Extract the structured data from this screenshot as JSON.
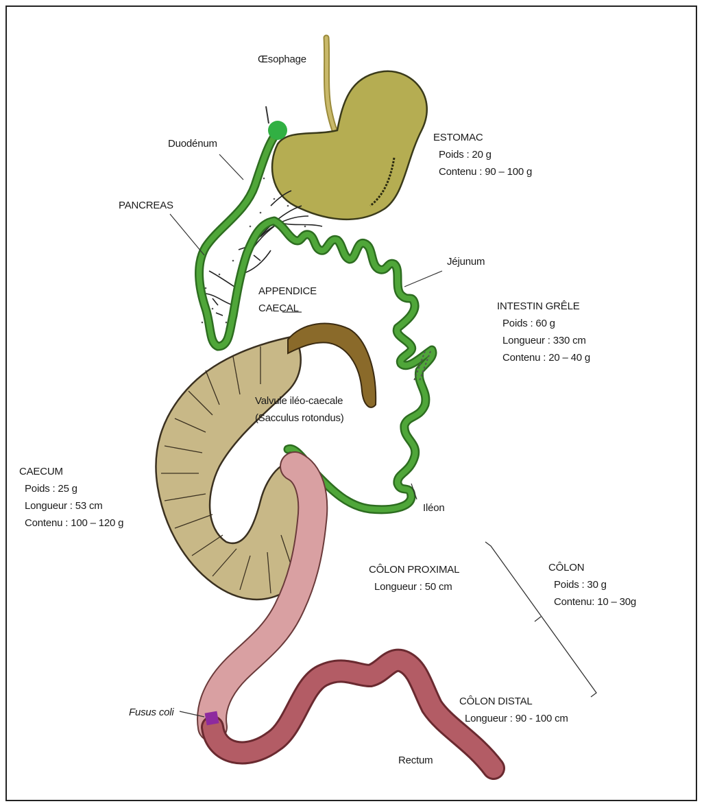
{
  "colors": {
    "small_intestine": "#4fa639",
    "stomach": "#b5ad52",
    "caecum": "#c8b887",
    "appendix": "#8a6a2a",
    "proximal_colon": "#d9a0a2",
    "distal_colon": "#b35c65",
    "fusus_coli": "#8e2a9e",
    "duodenum_bulb": "#31b043"
  },
  "labels": {
    "oesophage": "Œsophage",
    "duodenum": "Duodénum",
    "pancreas": "PANCREAS",
    "appendice_1": "APPENDICE",
    "appendice_2": "CAECAL",
    "jejunum": "Jéjunum",
    "valvule_1": "Valvule iléo-caecale",
    "valvule_2": "(Sacculus rotondus)",
    "ileon": "Iléon",
    "fusus_coli": "Fusus coli",
    "rectum": "Rectum"
  },
  "estomac": {
    "title": "ESTOMAC",
    "poids": "Poids : 20 g",
    "contenu": "Contenu : 90 – 100 g"
  },
  "intestin": {
    "title": "INTESTIN GRÊLE",
    "poids": "Poids : 60 g",
    "longueur": "Longueur : 330 cm",
    "contenu": "Contenu : 20 – 40 g"
  },
  "caecum": {
    "title": "CAECUM",
    "poids": "Poids : 25 g",
    "longueur": "Longueur : 53 cm",
    "contenu": "Contenu : 100 – 120 g"
  },
  "colon_proximal": {
    "title": "CÔLON PROXIMAL",
    "longueur": "Longueur : 50 cm"
  },
  "colon": {
    "title": "CÔLON",
    "poids": "Poids : 30 g",
    "contenu": "Contenu: 10 – 30g"
  },
  "colon_distal": {
    "title": "CÔLON DISTAL",
    "longueur": "Longueur : 90 - 100 cm"
  }
}
